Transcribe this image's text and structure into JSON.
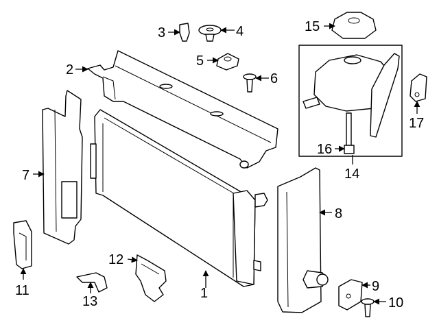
{
  "colors": {
    "ink": "#000000",
    "paper": "#ffffff"
  },
  "callouts": {
    "c1": "1",
    "c2": "2",
    "c3": "3",
    "c4": "4",
    "c5": "5",
    "c6": "6",
    "c7": "7",
    "c8": "8",
    "c9": "9",
    "c10": "10",
    "c11": "11",
    "c12": "12",
    "c13": "13",
    "c14": "14",
    "c15": "15",
    "c16": "16",
    "c17": "17"
  }
}
